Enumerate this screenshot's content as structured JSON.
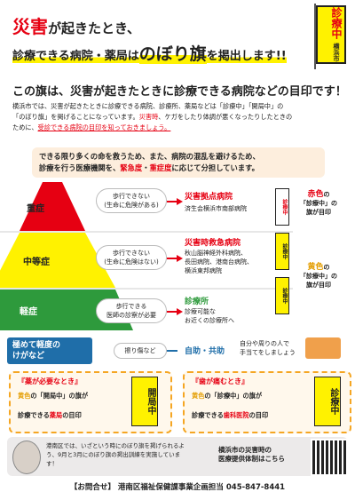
{
  "header": {
    "line1_red": "災害",
    "line1_rest": "が起きたとき、",
    "line2_a": "診療できる病院・薬局は",
    "line2_big": "のぼり旗",
    "line2_b": "を掲出します!!",
    "flag_text": "診療中",
    "flag_sub": "横浜市"
  },
  "lead": "この旗は、災害が起きたときに診療できる病院などの目印です！",
  "paragraph": {
    "p1": "横浜市では、災害が起きたときに診療できる病院、診療所、薬局などは「診療中」「開局中」の",
    "p2": "「のぼり旗」を掲げることになっています。",
    "p2_red": "災害時",
    "p2_rest": "、ケガをしたり体調が悪くなったりしたときの",
    "p3": "ために、",
    "p3_u": "受診できる病院の目印を知っておきましょう。"
  },
  "notice": {
    "l1": "できる限り多くの命を救うため、また、病院の混乱を避けるため、",
    "l2a": "診療を行う医療機関を、",
    "l2_r1": "緊急度",
    "l2_mid": "・",
    "l2_r2": "重症度",
    "l2b": "に応じて分担しています。"
  },
  "tiers": [
    {
      "name": "重症",
      "pill": "歩行できない\n(生命に危険がある)",
      "category": "災害拠点病院",
      "detail": "済生会横浜市南部病院",
      "color": "#e60012"
    },
    {
      "name": "中等症",
      "pill": "歩行できない\n(生命に危険はない)",
      "category": "災害時救急病院",
      "detail": "秋山脳神経外科病院、\n長田病院、港南台病院、\n横浜東邦病院",
      "color": "#e60012"
    },
    {
      "name": "軽症",
      "pill": "歩行できる\n医師の診察が必要",
      "category": "診療所",
      "detail": "診療可能な\nお近くの診療所へ",
      "color": "#2e9a3c"
    }
  ],
  "mild": {
    "name": "極めて軽度の\nけがなど",
    "pill": "擦り傷など",
    "category": "自助・共助",
    "detail": "自分や周りの人で\n手当てをしましょう"
  },
  "side_red": {
    "color_word": "赤色",
    "rest": "の\n「診療中」の\n旗が目印"
  },
  "side_yellow": {
    "color_word": "黄色",
    "rest": "の\n「診療中」の\n旗が目印"
  },
  "mini_flag_text": "診療中",
  "box_left": {
    "title": "『薬が必要なとき』",
    "l1a": "黄色",
    "l1b": "の「開局中」の旗が",
    "l2a": "診療できる",
    "l2_r": "薬局",
    "l2b": "の目印",
    "sign": "開局中"
  },
  "box_right": {
    "title": "『歯が痛むとき』",
    "l1a": "黄色",
    "l1b": "の「診療中」の旗が",
    "l2a": "診療できる",
    "l2_r": "歯科医院",
    "l2b": "の目印",
    "sign": "診療中"
  },
  "gray": {
    "text": "港南区では、いざという時にのぼり旗を掲げられるよう、9月と3月にのぼり旗の掲出訓練を実施しています！",
    "qr_label": "横浜市の災害時の\n医療提供体制はこちら"
  },
  "footer": {
    "label": "【お問合せ】",
    "org": "港南区福祉保健課事業企画担当",
    "tel": "045-847-8441"
  }
}
